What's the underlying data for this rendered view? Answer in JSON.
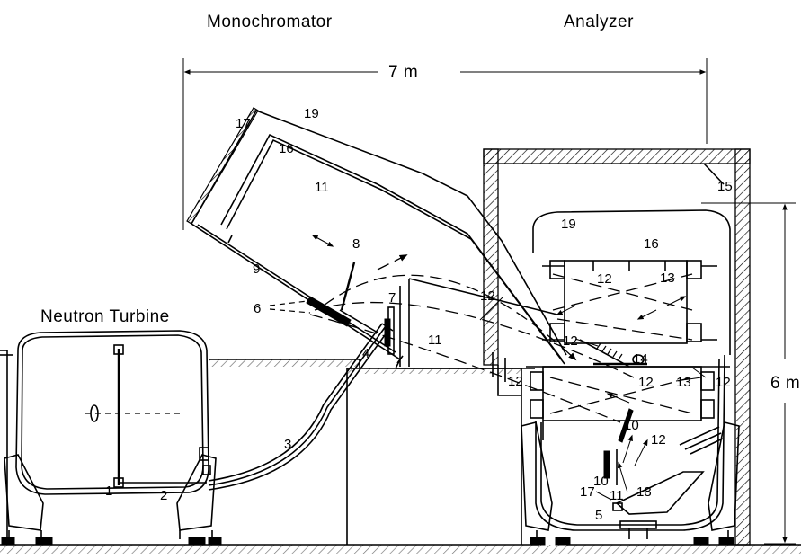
{
  "titles": {
    "monochromator": "Monochromator",
    "analyzer": "Analyzer",
    "turbine": "Neutron Turbine"
  },
  "dimensions": {
    "width": "7 m",
    "height": "6 m"
  },
  "labels": {
    "n1": "1",
    "n2": "2",
    "n3": "3",
    "n4": "4",
    "n5": "5",
    "n6": "6",
    "n7": "7",
    "n8": "8",
    "n9": "9",
    "n10a": "10",
    "n10b": "10",
    "n11a": "11",
    "n11b": "11",
    "n11c": "11",
    "n12a": "12",
    "n12b": "12",
    "n12c": "12",
    "n12d": "12",
    "n12e": "12",
    "n12f": "12",
    "n12g": "12",
    "n13a": "13",
    "n13b": "13",
    "n14": "14",
    "n15": "15",
    "n16a": "16",
    "n16b": "16",
    "n17a": "17",
    "n17b": "17",
    "n18": "18",
    "n19a": "19",
    "n19b": "19"
  }
}
